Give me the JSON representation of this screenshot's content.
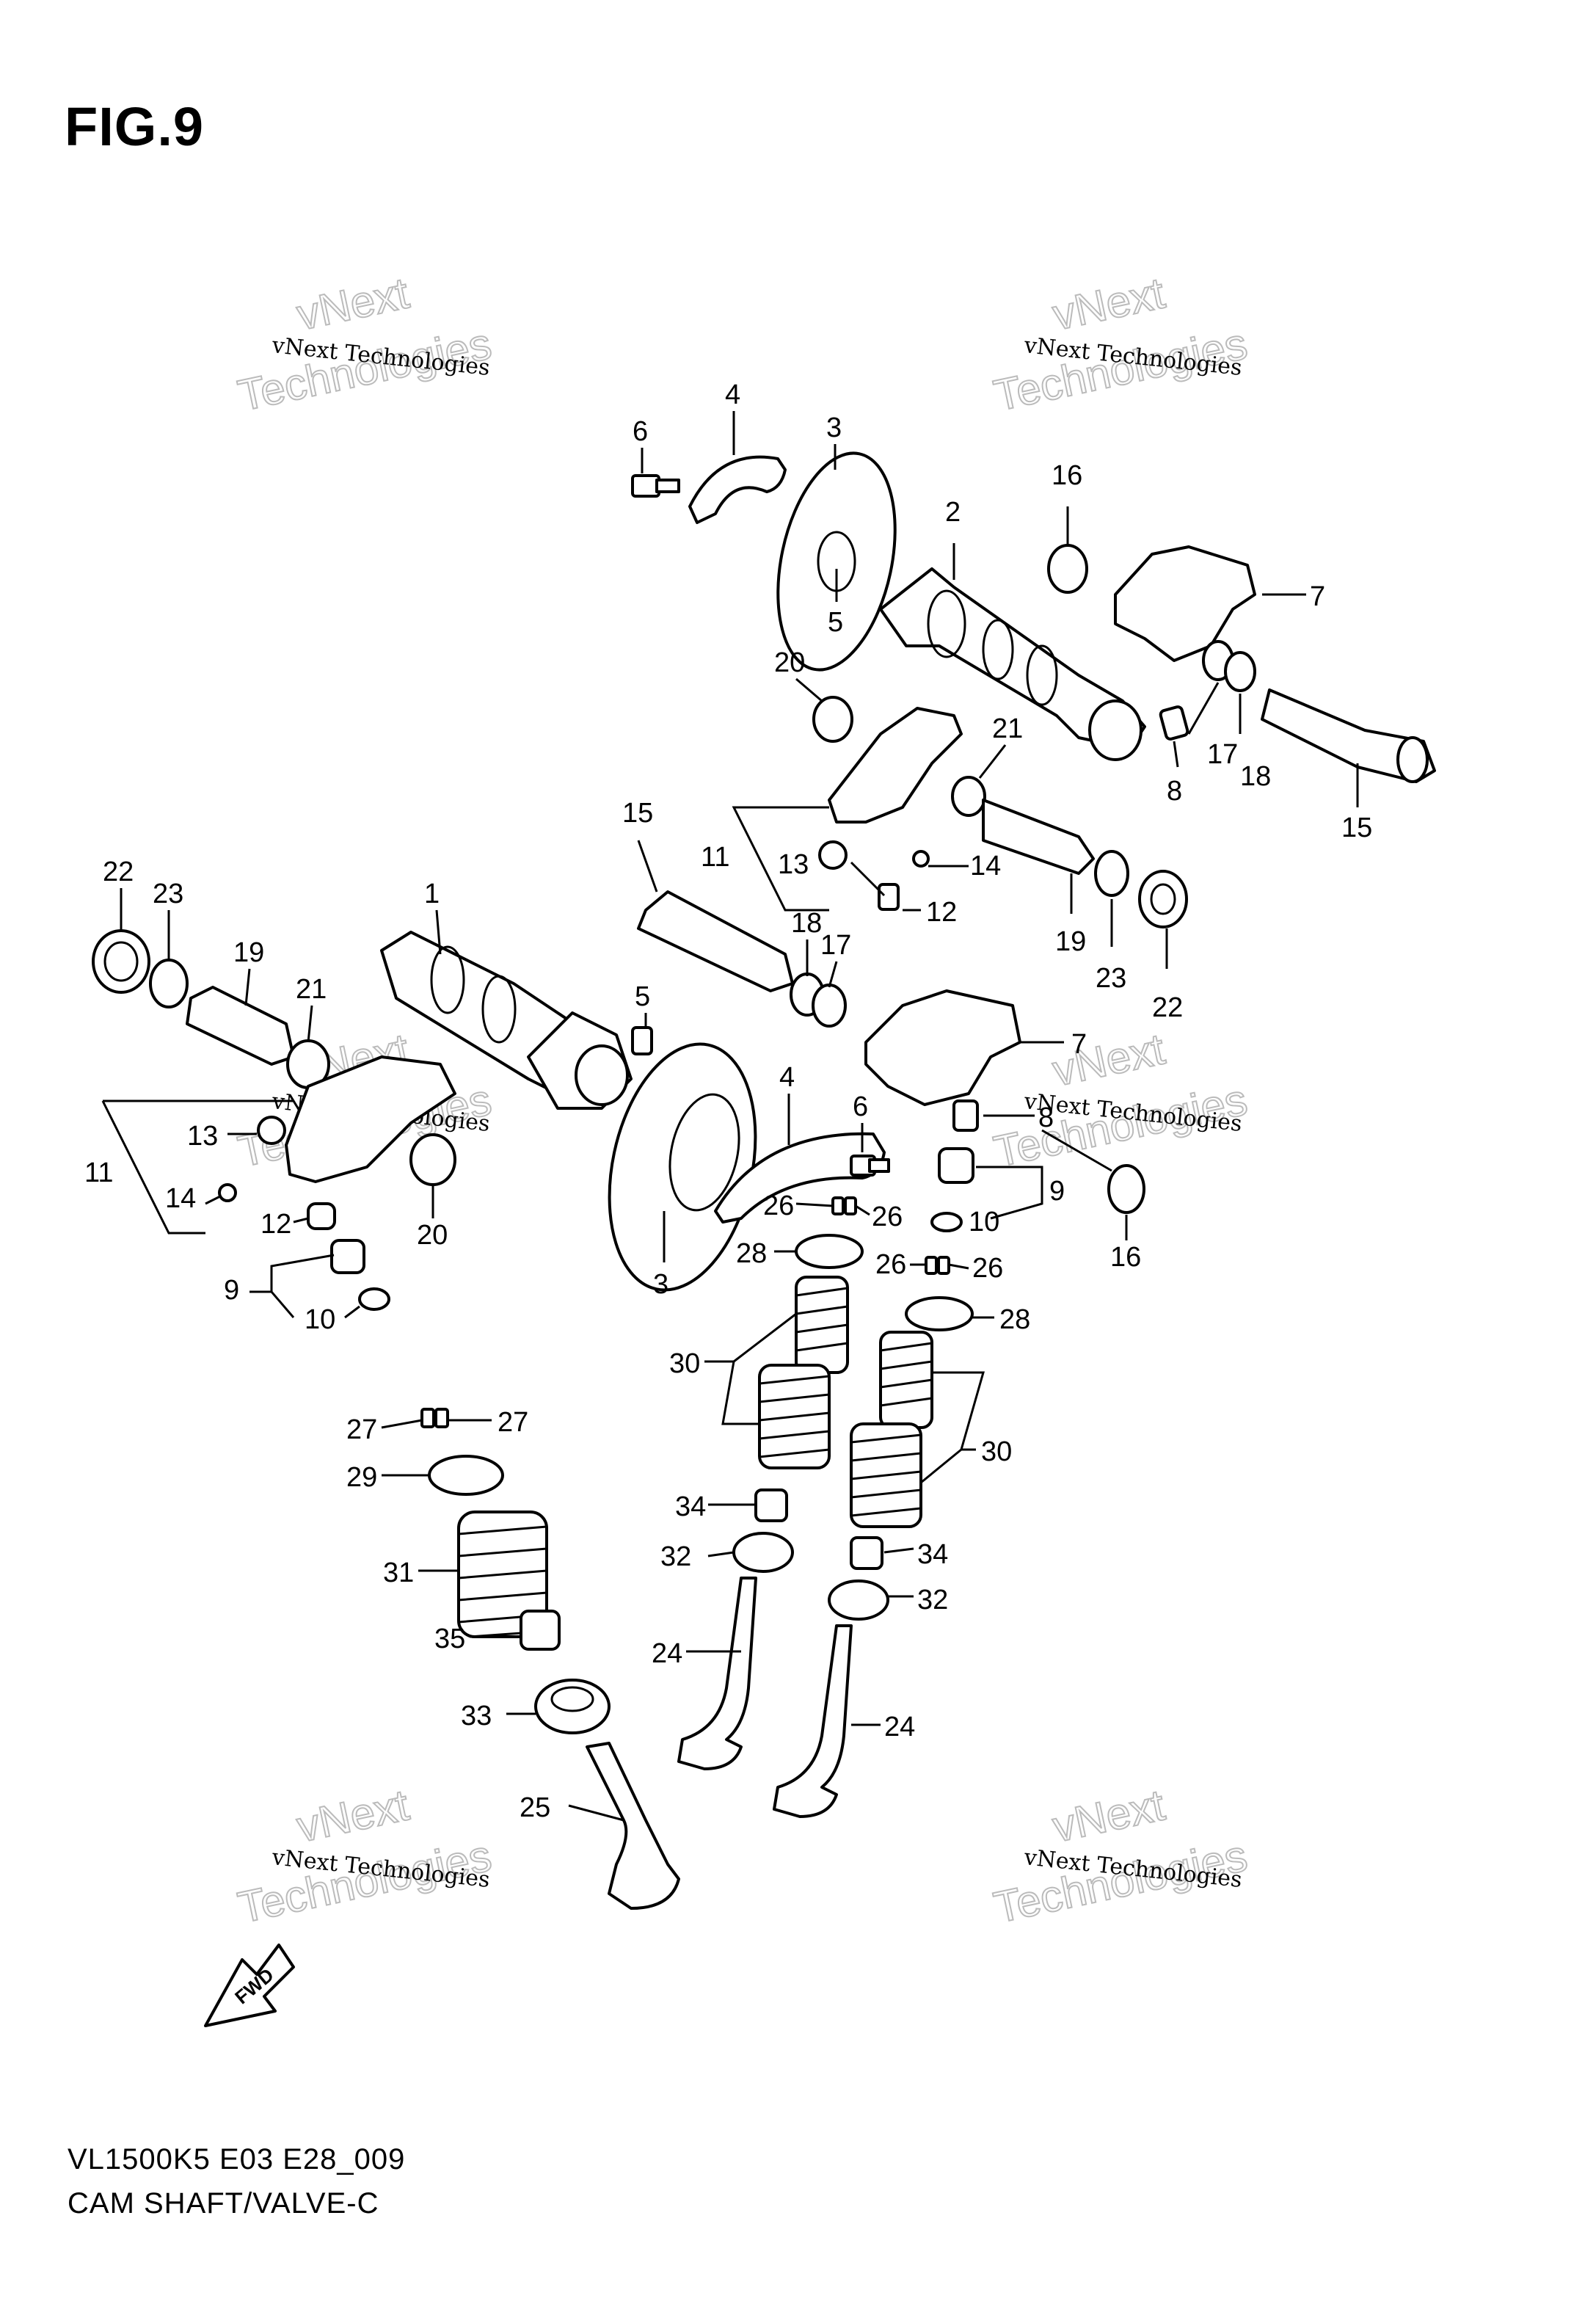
{
  "figure": {
    "title": "FIG.9",
    "model_code": "VL1500K5 E03 E28_009",
    "caption": "CAM SHAFT/VALVE-C"
  },
  "watermark": {
    "line1": "vNext Technologies",
    "line2": "vNext",
    "line3": "Technologies"
  },
  "fwd_label": "FWD",
  "callouts": {
    "c6a": "6",
    "c4a": "4",
    "c3a": "3",
    "c5a": "5",
    "c2": "2",
    "c16a": "16",
    "c7a": "7",
    "c20a": "20",
    "c21a": "21",
    "c17a": "17",
    "c18a": "18",
    "c8a": "8",
    "c15a": "15",
    "c15b": "15",
    "c11a": "11",
    "c13a": "13",
    "c14a": "14",
    "c12a": "12",
    "c18b": "18",
    "c17b": "17",
    "c19a": "19",
    "c23a": "23",
    "c22a": "22",
    "c22b": "22",
    "c23b": "23",
    "c1": "1",
    "c19b": "19",
    "c21b": "21",
    "c5b": "5",
    "c4b": "4",
    "c6b": "6",
    "c7b": "7",
    "c8b": "8",
    "c9a": "9",
    "c10a": "10",
    "c16b": "16",
    "c13b": "13",
    "c11b": "11",
    "c14b": "14",
    "c12b": "12",
    "c20b": "20",
    "c9b": "9",
    "c10b": "10",
    "c3b": "3",
    "c26a": "26",
    "c26b": "26",
    "c28a": "28",
    "c26c": "26",
    "c26d": "26",
    "c28b": "28",
    "c30a": "30",
    "c30b": "30",
    "c27a": "27",
    "c27b": "27",
    "c29": "29",
    "c31": "31",
    "c34a": "34",
    "c32a": "32",
    "c34b": "34",
    "c32b": "32",
    "c35": "35",
    "c24a": "24",
    "c24b": "24",
    "c33": "33",
    "c25": "25"
  }
}
